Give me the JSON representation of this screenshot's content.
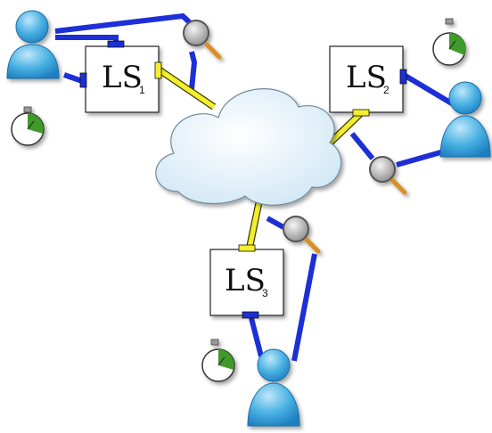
{
  "nodes": [
    {
      "id": "ls1",
      "label": "LS",
      "subscript": "1"
    },
    {
      "id": "ls2",
      "label": "LS",
      "subscript": "2"
    },
    {
      "id": "ls3",
      "label": "LS",
      "subscript": "3"
    }
  ],
  "colors": {
    "user_link": "#1d2fd6",
    "cloud_link": "#f4ef2c",
    "cloud_fill": "#e8f3fb",
    "user_body": "#3aa6dc",
    "clock_wedge": "#3f9a2a",
    "magnifier_handle": "#d89020"
  },
  "icons": [
    "user-icon",
    "magnifier-icon",
    "stopwatch-icon",
    "cloud-icon"
  ]
}
